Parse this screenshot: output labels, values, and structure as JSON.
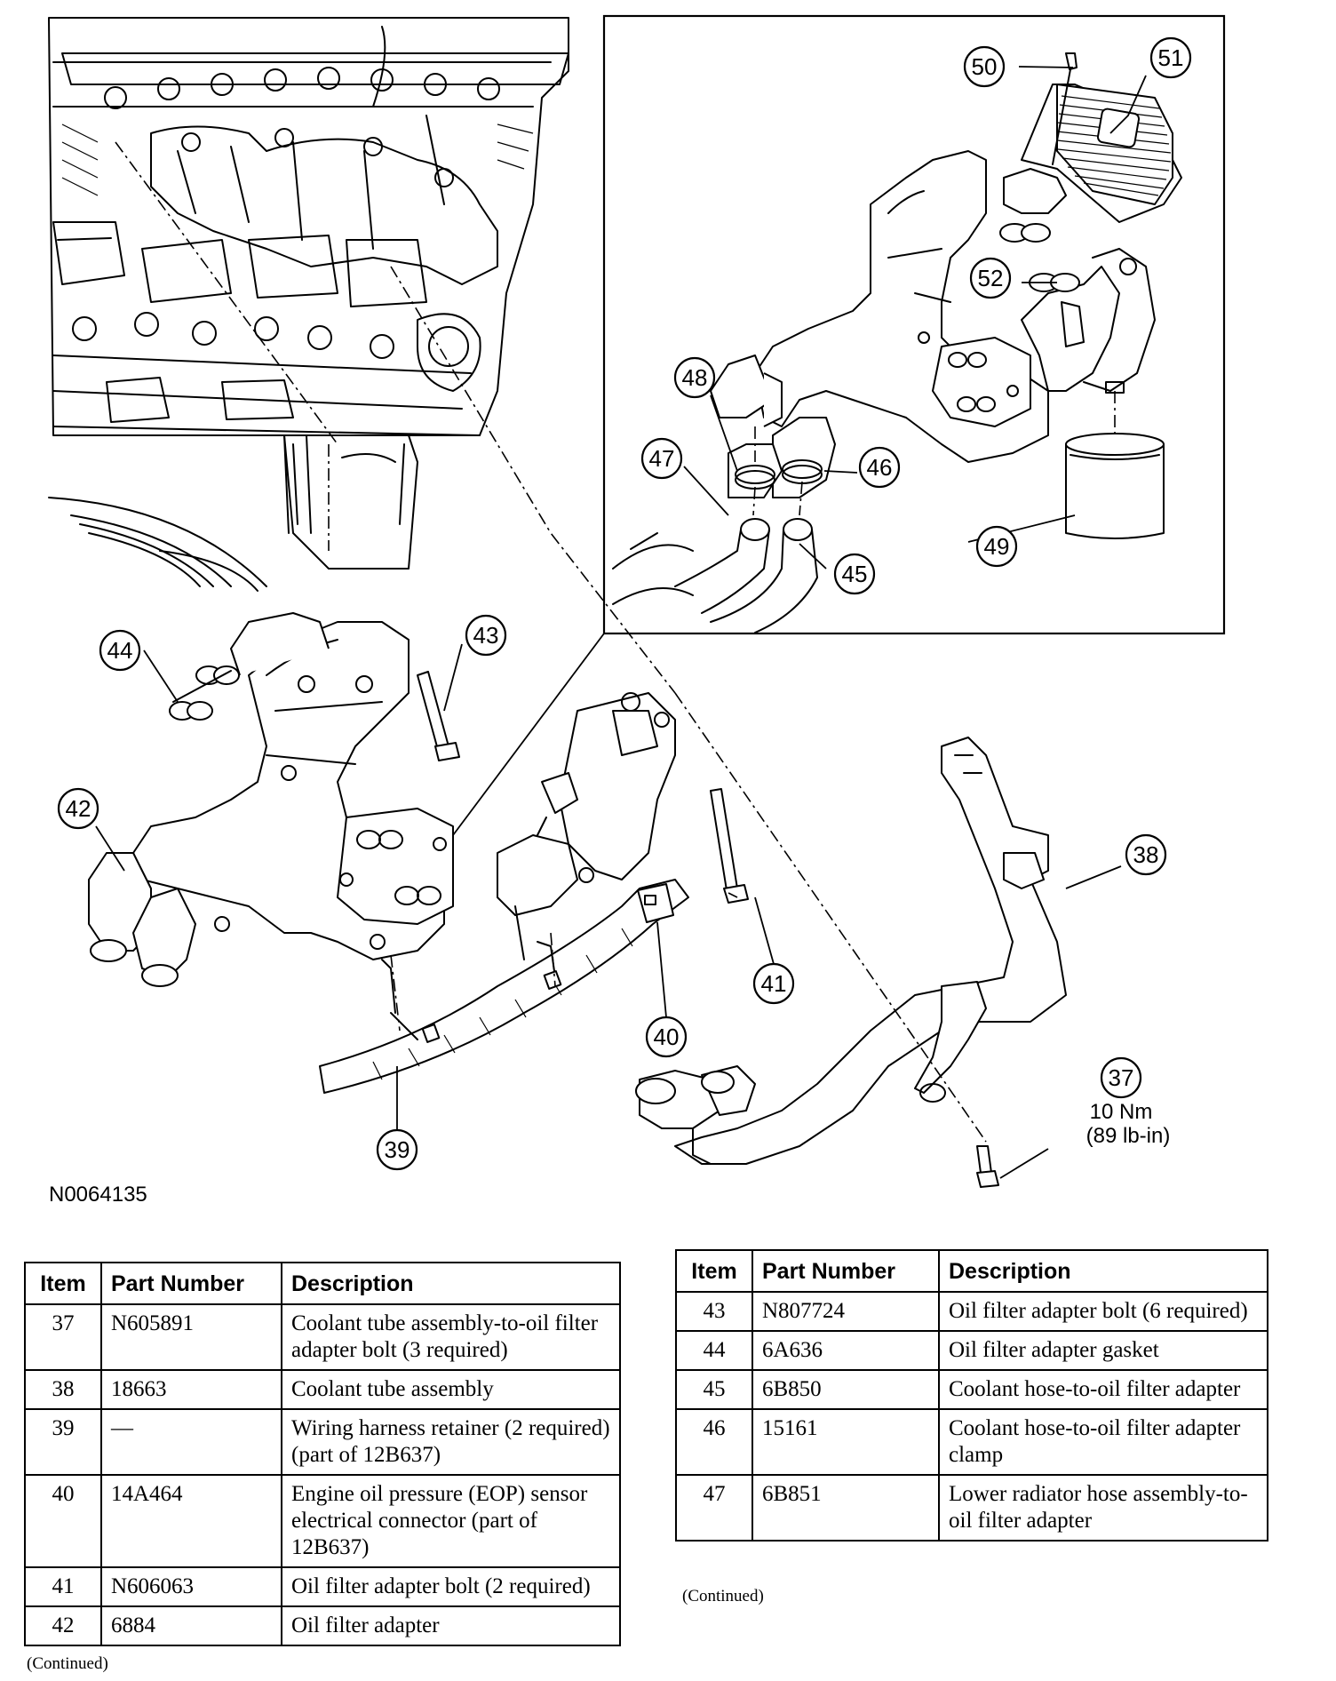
{
  "figure_id": "N0064135",
  "torque_value": "10 Nm",
  "torque_value_imperial": "(89 lb-in)",
  "callouts": [
    "37",
    "38",
    "39",
    "40",
    "41",
    "42",
    "43",
    "44",
    "45",
    "46",
    "47",
    "48",
    "49",
    "50",
    "51",
    "52"
  ],
  "table_headers": {
    "item": "Item",
    "part_number": "Part Number",
    "description": "Description"
  },
  "table_left": [
    {
      "item": "37",
      "part_number": "N605891",
      "description": "Coolant tube assembly-to-oil filter adapter bolt (3 required)"
    },
    {
      "item": "38",
      "part_number": "18663",
      "description": "Coolant tube assembly"
    },
    {
      "item": "39",
      "part_number": "—",
      "description": "Wiring harness retainer (2 required) (part of 12B637)"
    },
    {
      "item": "40",
      "part_number": "14A464",
      "description": "Engine oil pressure (EOP) sensor electrical connector (part of 12B637)"
    },
    {
      "item": "41",
      "part_number": "N606063",
      "description": "Oil filter adapter bolt (2 required)"
    },
    {
      "item": "42",
      "part_number": "6884",
      "description": "Oil filter adapter"
    }
  ],
  "table_right": [
    {
      "item": "43",
      "part_number": "N807724",
      "description": "Oil filter adapter bolt (6 required)"
    },
    {
      "item": "44",
      "part_number": "6A636",
      "description": "Oil filter adapter gasket"
    },
    {
      "item": "45",
      "part_number": "6B850",
      "description": "Coolant hose-to-oil filter adapter"
    },
    {
      "item": "46",
      "part_number": "15161",
      "description": "Coolant hose-to-oil filter adapter clamp"
    },
    {
      "item": "47",
      "part_number": "6B851",
      "description": "Lower radiator hose assembly-to-oil filter adapter"
    }
  ],
  "continued_note": "(Continued)"
}
